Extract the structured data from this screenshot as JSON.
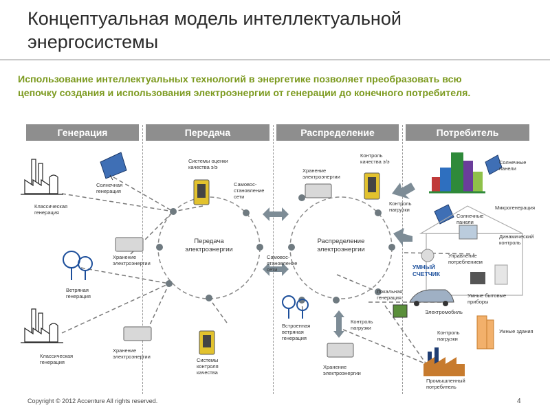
{
  "title": "Концептуальная модель интеллектуальной энергосистемы",
  "subtitle": "Использование интеллектуальных технологий в энергетике позволяет преобразовать всю цепочку создания и использования электроэнергии от генерации до конечного потребителя.",
  "stages": [
    "Генерация",
    "Передача",
    "Распределение",
    "Потребитель"
  ],
  "rings": {
    "transmission": "Передача электроэнергии",
    "distribution": "Распределение электроэнергии"
  },
  "labels": {
    "classic_gen": "Классическая генерация",
    "solar_gen": "Солнечная генерация",
    "storage": "Хранение электроэнергии",
    "wind_gen": "Ветряная генерация",
    "quality_systems": "Системы оценки качества э/э",
    "self_heal": "Самовос-становление сети",
    "quality_control_systems": "Системы контроля качества",
    "quality_control": "Контроль качества э/э",
    "load_control": "Контроль нагрузки",
    "embedded_wind": "Встроенная ветряная генерация",
    "local_gen": "Локальная генерация",
    "solar_panels": "Солнечные панели",
    "microgen": "Микрогенерация",
    "dynamic_control": "Динамический контроль",
    "consumption_mgmt": "Управление потреблением",
    "smart_meter": "УМНЫЙ СЧЕТЧИК",
    "smart_appliances": "Умные бытовые приборы",
    "ev": "Электромобиль",
    "smart_buildings": "Умные здания",
    "industrial": "Промышленный потребитель"
  },
  "colors": {
    "accent": "#7c9a1f",
    "header_bg": "#8e8e8e",
    "arrow": "#7d8c96"
  },
  "footer": "Copyright © 2012 Accenture  All rights reserved.",
  "page": "4"
}
